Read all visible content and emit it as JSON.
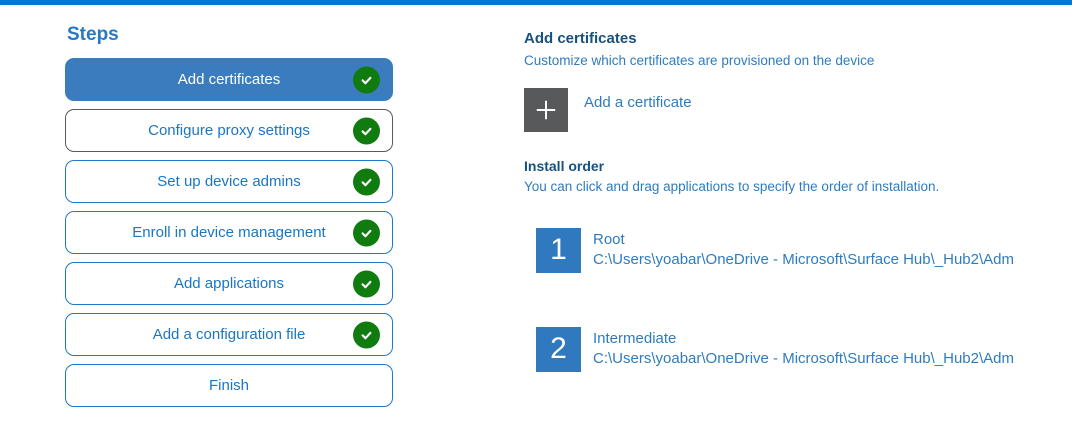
{
  "accent": {
    "top_bar_color": "#0078D7",
    "active_step_bg": "#3A7CBD",
    "step_border_blue": "#2278C8",
    "step_border_gray": "#5A5A5A",
    "completed_green": "#107C10",
    "order_tile_blue": "#3179BE",
    "plus_tile_gray": "#58595B"
  },
  "steps_panel": {
    "title": "Steps",
    "steps": [
      {
        "label": "Add certificates",
        "completed": true,
        "active": true
      },
      {
        "label": "Configure proxy settings",
        "completed": true,
        "active": false
      },
      {
        "label": "Set up device admins",
        "completed": true,
        "active": false
      },
      {
        "label": "Enroll in device management",
        "completed": true,
        "active": false
      },
      {
        "label": "Add applications",
        "completed": true,
        "active": false
      },
      {
        "label": "Add a configuration file",
        "completed": true,
        "active": false
      },
      {
        "label": "Finish",
        "completed": false,
        "active": false
      }
    ]
  },
  "content": {
    "title": "Add certificates",
    "subtitle": "Customize which certificates are provisioned on the device",
    "add_button": {
      "icon": "plus-icon",
      "label": "Add a certificate"
    },
    "install_order": {
      "title": "Install order",
      "hint": "You can click and drag applications to specify the order of installation.",
      "items": [
        {
          "order": "1",
          "name": "Root",
          "path": "C:\\Users\\yoabar\\OneDrive - Microsoft\\Surface Hub\\_Hub2\\Adm"
        },
        {
          "order": "2",
          "name": "Intermediate",
          "path": "C:\\Users\\yoabar\\OneDrive - Microsoft\\Surface Hub\\_Hub2\\Adm"
        }
      ]
    }
  }
}
